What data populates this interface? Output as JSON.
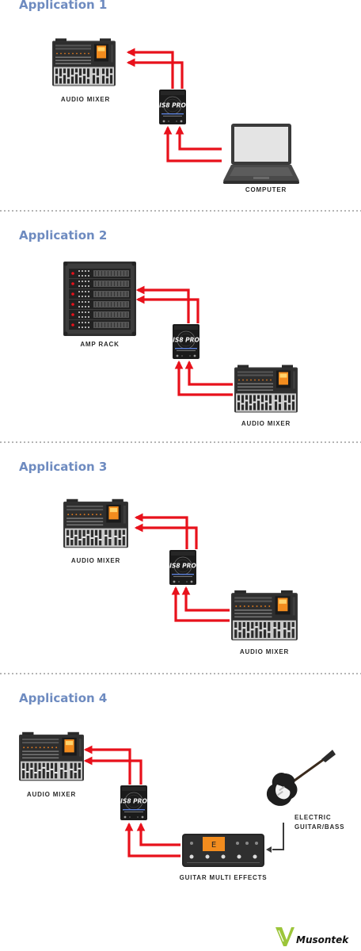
{
  "sections": [
    {
      "heading": "Application 1",
      "labels": {
        "source": "COMPUTER",
        "target": "AUDIO MIXER"
      }
    },
    {
      "heading": "Application 2",
      "labels": {
        "source": "AUDIO MIXER",
        "target": "AMP RACK"
      }
    },
    {
      "heading": "Application 3",
      "labels": {
        "source": "AUDIO MIXER",
        "target": "AUDIO MIXER"
      }
    },
    {
      "heading": "Application 4",
      "labels": {
        "target": "AUDIO MIXER",
        "effects": "GUITAR MULTI EFFECTS",
        "guitar_line1": "ELECTRIC",
        "guitar_line2": "GUITAR/BASS"
      }
    }
  ],
  "device": {
    "model": "IS8 PRO",
    "brand": "Musontek"
  },
  "pedal_display": "E",
  "footer": {
    "brand": "Musontek"
  },
  "colors": {
    "heading": "#6e8bc0",
    "arrow": "#e8111b",
    "device_accent": "#5a7fd8"
  }
}
